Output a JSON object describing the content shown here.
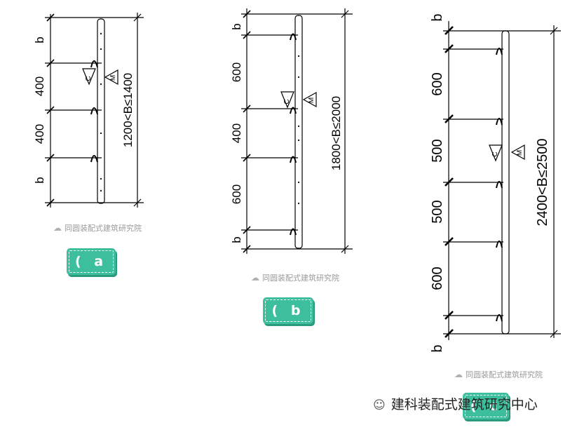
{
  "panels": [
    {
      "id": "a",
      "label": "( a )",
      "range_label": "1200<B≤1400",
      "segments": [
        "b",
        "400",
        "400",
        "b"
      ],
      "symbol_c": "C",
      "symbol_m": "M"
    },
    {
      "id": "b",
      "label": "( b )",
      "range_label": "1800<B≤2000",
      "segments": [
        "b",
        "600",
        "400",
        "600",
        "b"
      ],
      "symbol_c": "C",
      "symbol_m": "M"
    },
    {
      "id": "c",
      "label": "( c )",
      "range_label": "2400<B≤2500",
      "segments": [
        "b",
        "600",
        "500",
        "500",
        "600",
        "b"
      ],
      "symbol_c": "C",
      "symbol_m": "M"
    }
  ],
  "watermark": "同圆装配式建筑研究院",
  "footer": {
    "wechat_icon": "wechat-icon",
    "text": "建科装配式建筑研究中心"
  }
}
